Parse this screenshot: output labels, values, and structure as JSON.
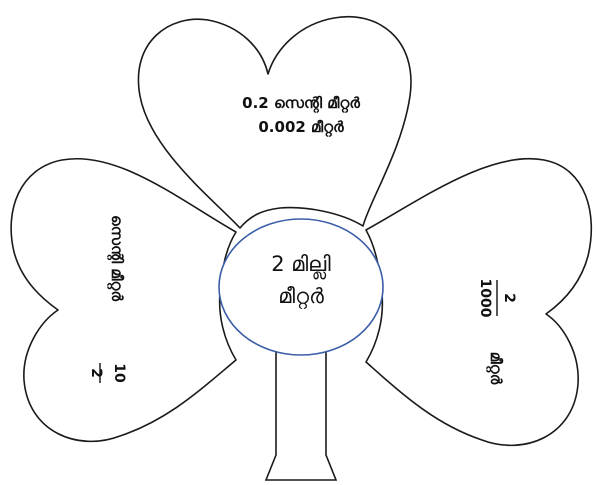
{
  "center": {
    "line1": "2 മില്ലി",
    "line2": "മീറ്റർ"
  },
  "top_leaf": {
    "line1": "0.2 സെന്റി മീറ്റർ",
    "line2": "0.002 മീറ്റർ"
  },
  "left_leaf": {
    "numerator": "2",
    "denominator": "10",
    "unit": "സെന്റി മീറ്റർ"
  },
  "right_leaf": {
    "numerator": "2",
    "denominator": "1000",
    "unit": "മീറ്റർ"
  }
}
